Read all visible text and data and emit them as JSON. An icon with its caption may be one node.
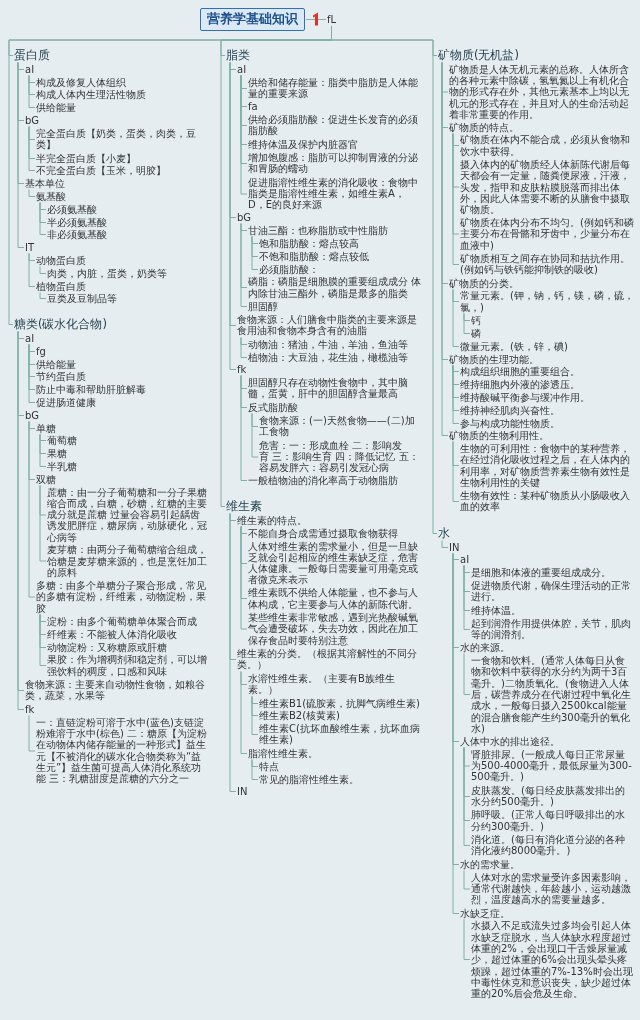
{
  "diagram": {
    "nodes": [
      {
        "text": [
          "营养学基础知识"
        ]
      },
      {
        "text": [
          "fL"
        ]
      },
      {
        "text": [
          "蛋白质"
        ]
      },
      {
        "text": [
          "aI"
        ]
      },
      {
        "text": [
          "构成及修复人体组织"
        ]
      },
      {
        "text": [
          "构成人体内生理活性物质"
        ]
      },
      {
        "text": [
          "供给能量"
        ]
      },
      {
        "text": [
          "bG"
        ]
      },
      {
        "text": [
          "完全蛋白质【奶类，蛋类，肉类，豆类】"
        ]
      },
      {
        "text": [
          "半完全蛋白质【小麦】"
        ]
      },
      {
        "text": [
          "不完全蛋白质【玉米，明胶】"
        ]
      },
      {
        "text": [
          "基本单位"
        ]
      },
      {
        "text": [
          "氨基酸"
        ]
      },
      {
        "text": [
          "必须氨基酸"
        ]
      },
      {
        "text": [
          "半必须氨基酸"
        ]
      },
      {
        "text": [
          "非必须氨基酸"
        ]
      },
      {
        "text": [
          "IT"
        ]
      },
      {
        "text": [
          "动物蛋白质"
        ]
      },
      {
        "text": [
          "肉类，内脏，蛋类，奶类等"
        ]
      },
      {
        "text": [
          "植物蛋白质"
        ]
      },
      {
        "text": [
          "豆类及豆制品等"
        ]
      },
      {
        "text": [
          "糖类(碳水化合物)"
        ]
      },
      {
        "text": [
          "aI"
        ]
      },
      {
        "text": [
          "fg"
        ]
      },
      {
        "text": [
          "供给能量"
        ]
      },
      {
        "text": [
          "节约蛋白质"
        ]
      },
      {
        "text": [
          "防止中毒和帮助肝脏解毒"
        ]
      },
      {
        "text": [
          "促进肠道健康"
        ]
      },
      {
        "text": [
          "bG"
        ]
      },
      {
        "text": [
          "单糖"
        ]
      },
      {
        "text": [
          "葡萄糖"
        ]
      },
      {
        "text": [
          "果糖"
        ]
      },
      {
        "text": [
          "半乳糖"
        ]
      },
      {
        "text": [
          "双糖"
        ]
      },
      {
        "text": [
          "蔗糖：由一分子葡萄糖和一分子果糖缩合而成，白糖，砂糖，红糖的主要成分就是蔗糖 过量会容易引起龋齿诱发肥胖症，糖尿病，动脉硬化，冠心病等"
        ]
      },
      {
        "text": [
          "麦芽糖：由两分子葡萄糖缩合组成，饴糖是麦芽糖来源的，也是烹饪加工的原料"
        ]
      },
      {
        "text": [
          "多糖：由多个单糖分子聚合形成，常见的多糖有淀粉，纤维素，动物淀粉，果胶"
        ]
      },
      {
        "text": [
          "淀粉：由多个葡萄糖单体聚合而成"
        ]
      },
      {
        "text": [
          "纤维素：不能被人体消化吸收"
        ]
      },
      {
        "text": [
          "动物淀粉：又称糖原或肝糖"
        ]
      },
      {
        "text": [
          "果胶：作为增稠剂和稳定剂，可以增强饮料的稠度，口感和风味"
        ]
      },
      {
        "text": [
          "食物来源：主要来自动物性食物，如粮谷类，蔬菜，水果等"
        ]
      },
      {
        "text": [
          "fk"
        ]
      },
      {
        "text": [
          "一：直链淀粉可溶于水中(蓝色)支链淀粉难溶于水中(棕色) 二：糖原【为淀粉在动物体内储存能量的一种形式】益生元【不被消化的碳水化合物类称为“益生元”】益生菌可提高人体消化系统功能 三：乳糖甜度是蔗糖的六分之一"
        ]
      },
      {
        "text": [
          "脂类"
        ]
      },
      {
        "text": [
          "aI"
        ]
      },
      {
        "text": [
          "供给和储存能量：脂类中脂肪是人体能量的重要来源"
        ]
      },
      {
        "text": [
          "fa"
        ]
      },
      {
        "text": [
          "供给必须脂肪酸：促进生长发育的必须脂肪酸"
        ]
      },
      {
        "text": [
          "维持体温及保护内脏器官"
        ]
      },
      {
        "text": [
          "增加饱腹感：脂肪可以抑制胃液的分泌和胃肠的蠕动"
        ]
      },
      {
        "text": [
          "促进脂溶性维生素的消化吸收：食物中脂类是脂溶性维生素，如维生素A，D，E的良好来源"
        ]
      },
      {
        "text": [
          "bG"
        ]
      },
      {
        "text": [
          "甘油三酯：也称脂肪或中性脂肪"
        ]
      },
      {
        "text": [
          "饱和脂肪酸：熔点较高"
        ]
      },
      {
        "text": [
          "不饱和脂肪酸：熔点较低"
        ]
      },
      {
        "text": [
          "必须脂肪酸："
        ]
      },
      {
        "text": [
          "磷脂：磷脂是细胞膜的重要组成成分 体内除甘油三酯外，磷脂是最多的脂类"
        ]
      },
      {
        "text": [
          "胆固醇"
        ]
      },
      {
        "text": [
          "食物来源：人们膳食中脂类的主要来源是食用油和食物本身含有的油脂"
        ]
      },
      {
        "text": [
          "动物油：猪油，牛油，羊油，鱼油等"
        ]
      },
      {
        "text": [
          "植物油：大豆油，花生油，橄榄油等"
        ]
      },
      {
        "text": [
          "fk"
        ]
      },
      {
        "text": [
          "胆固醇只存在动物性食物中，其中脑髓，蛋黄，肝中的胆固醇含量最高"
        ]
      },
      {
        "text": [
          "反式脂肪酸"
        ]
      },
      {
        "text": [
          "食物来源：(一)天然食物——(二)加工食物"
        ]
      },
      {
        "text": [
          "危害：一：形成血栓 二：影响发育 三：影响生育 四：降低记忆 五：容易发胖六：容易引发冠心病"
        ]
      },
      {
        "text": [
          "一般植物油的消化率高于动物脂肪"
        ]
      },
      {
        "text": [
          "维生素"
        ]
      },
      {
        "text": [
          "维生素的特点。"
        ]
      },
      {
        "text": [
          "不能自身合成需通过摄取食物获得"
        ]
      },
      {
        "text": [
          "人体对维生素的需求量小，但是一旦缺乏就会引起相应的维生素缺乏症，危害人体健康。一般每日需要量可用毫克或者微克来表示"
        ]
      },
      {
        "text": [
          "维生素既不供给人体能量，也不参与人体构成，它主要参与人体的新陈代谢。"
        ]
      },
      {
        "text": [
          "某些维生素非常敏感，遇到光热酸碱氧气会遭受破坏，失去功效，因此在加工保存食品时要特别注意"
        ]
      },
      {
        "text": [
          "维生素的分类。（根据其溶解性的不同分类。）"
        ]
      },
      {
        "text": [
          "水溶性维生素。（主要有B族维生素。）"
        ]
      },
      {
        "text": [
          "维生素B1(硫胺素，抗脚气病维生素)"
        ]
      },
      {
        "text": [
          "维生素B2(核黄素)"
        ]
      },
      {
        "text": [
          "维生素C(抗坏血酸维生素，抗坏血病维生素)"
        ]
      },
      {
        "text": [
          "脂溶性维生素。"
        ]
      },
      {
        "text": [
          "特点"
        ]
      },
      {
        "text": [
          "常见的脂溶性维生素。"
        ]
      },
      {
        "text": [
          "IN"
        ]
      },
      {
        "text": [
          "矿物质(无机盐)"
        ]
      },
      {
        "text": [
          "矿物质是人体无机元素的总称。人体所含的各种元素中除碳，氢氧氮以上有机化合物的形式存在外，其他元素基本上均以无机元的形式存在，并且对人的生命活动起着非常重要的作用。"
        ]
      },
      {
        "text": [
          "矿物质的特点。"
        ]
      },
      {
        "text": [
          "矿物质在体内不能合成，必须从食物和饮水中获得。"
        ]
      },
      {
        "text": [
          "摄入体内的矿物质经人体新陈代谢后每天都会有一定量，随粪便尿液，汗液，头发，指甲和皮肤粘膜脱落而排出体外，因此人体需要不断的从膳食中摄取矿物质。"
        ]
      },
      {
        "text": [
          "矿物质在体内分布不均匀。(例如钙和磷主要分布在骨骼和牙齿中，少量分布在血液中)"
        ]
      },
      {
        "text": [
          "矿物质相互之间存在协同和拮抗作用。(例如钙与铁钙能抑制铁的吸收)"
        ]
      },
      {
        "text": [
          "矿物质的分类。"
        ]
      },
      {
        "text": [
          "常量元素。(钾，钠，钙，镁，磷，硫，氯，)"
        ]
      },
      {
        "text": [
          "钙"
        ]
      },
      {
        "text": [
          "磷"
        ]
      },
      {
        "text": [
          "微量元素。(铁，锌，碘)"
        ]
      },
      {
        "text": [
          "矿物质的生理功能。"
        ]
      },
      {
        "text": [
          "构成组织细胞的重要组合。"
        ]
      },
      {
        "text": [
          "维持细胞内外液的渗透压。"
        ]
      },
      {
        "text": [
          "维持酸碱平衡参与缓冲作用。"
        ]
      },
      {
        "text": [
          "维持神经肌肉兴奋性。"
        ]
      },
      {
        "text": [
          "参与构成功能性物质。"
        ]
      },
      {
        "text": [
          "矿物质的生物利用性。"
        ]
      },
      {
        "text": [
          "生物的可利用性：食物中的某种营养，在经过消化吸收过程之后，在人体内的利用率，对矿物质营养素生物有效性是生物利用性的关键"
        ]
      },
      {
        "text": [
          "生物有效性：某种矿物质从小肠吸收入血的效率"
        ]
      },
      {
        "text": [
          "水"
        ]
      },
      {
        "text": [
          "IN"
        ]
      },
      {
        "text": [
          "aI"
        ]
      },
      {
        "text": [
          "是细胞和体液的重要组成成分。"
        ]
      },
      {
        "text": [
          "促进物质代谢，确保生理活动的正常进行。"
        ]
      },
      {
        "text": [
          "维持体温。"
        ]
      },
      {
        "text": [
          "起到润滑作用提供体腔，关节，肌肉等的润滑剂。"
        ]
      },
      {
        "text": [
          "水的来源。"
        ]
      },
      {
        "text": [
          "一食物和饮料。(通常人体每日从食物和饮料中获得的水分约为两千3百毫升。)二物质氧化。(食物进入人体后，碳营养成分在代谢过程中氧化生成水，一般每日摄入2500kcal能量的混合膳食能产生约300毫升的氧化水)"
        ]
      },
      {
        "text": [
          "人体中水的排出途径。"
        ]
      },
      {
        "text": [
          "肾脏排尿。(一般成人每日正常尿量为500-4000毫升，最低尿量为300-500毫升。)"
        ]
      },
      {
        "text": [
          "皮肤蒸发。(每日经皮肤蒸发排出的水分约500毫升。)"
        ]
      },
      {
        "text": [
          "肺呼吸。(正常人每日呼吸排出的水分约300毫升。)"
        ]
      },
      {
        "text": [
          "消化道。(每日有消化道分泌的各种消化液约8000毫升。)"
        ]
      },
      {
        "text": [
          "水的需求量。"
        ]
      },
      {
        "text": [
          "人体对水的需求量受许多因素影响，通常代谢越快，年龄越小，运动越激烈，温度越高水的需要量越多。"
        ]
      },
      {
        "text": [
          "水缺乏症。"
        ]
      },
      {
        "text": [
          "水摄入不足或流失过多均会引起人体水缺乏症脱水，当人体缺水程度超过体重的2%，会出现口干舌燥尿量减少，超过体重的6%会出现头晕头疼烦躁，超过体重的7%-13%时会出现中毒性休克和意识丧失，缺少超过体重的20%后会危及生命。"
        ]
      }
    ],
    "edges": [
      {
        "from": 0,
        "to": 1,
        "arrow": "none"
      },
      {
        "from": 1,
        "to": 2,
        "arrow": "none"
      },
      {
        "from": 1,
        "to": 21,
        "arrow": "none"
      },
      {
        "from": 1,
        "to": 44,
        "arrow": "none"
      },
      {
        "from": 1,
        "to": 68,
        "arrow": "none"
      },
      {
        "from": 1,
        "to": 83,
        "arrow": "none"
      },
      {
        "from": 1,
        "to": 104,
        "arrow": "none"
      },
      {
        "from": 2,
        "to": 3,
        "arrow": "none"
      },
      {
        "from": 2,
        "to": 7,
        "arrow": "none"
      },
      {
        "from": 2,
        "to": 11,
        "arrow": "none"
      },
      {
        "from": 2,
        "to": 16,
        "arrow": "none"
      },
      {
        "from": 3,
        "to": 4,
        "arrow": "none"
      },
      {
        "from": 3,
        "to": 5,
        "arrow": "none"
      },
      {
        "from": 3,
        "to": 6,
        "arrow": "none"
      },
      {
        "from": 7,
        "to": 8,
        "arrow": "none"
      },
      {
        "from": 7,
        "to": 9,
        "arrow": "none"
      },
      {
        "from": 7,
        "to": 10,
        "arrow": "none"
      },
      {
        "from": 11,
        "to": 12,
        "arrow": "none"
      },
      {
        "from": 12,
        "to": 13,
        "arrow": "none"
      },
      {
        "from": 12,
        "to": 14,
        "arrow": "none"
      },
      {
        "from": 12,
        "to": 15,
        "arrow": "none"
      },
      {
        "from": 16,
        "to": 17,
        "arrow": "none"
      },
      {
        "from": 16,
        "to": 19,
        "arrow": "none"
      },
      {
        "from": 17,
        "to": 18,
        "arrow": "none"
      },
      {
        "from": 19,
        "to": 20,
        "arrow": "none"
      },
      {
        "from": 21,
        "to": 22,
        "arrow": "none"
      },
      {
        "from": 21,
        "to": 28,
        "arrow": "none"
      },
      {
        "from": 21,
        "to": 41,
        "arrow": "none"
      },
      {
        "from": 21,
        "to": 42,
        "arrow": "none"
      },
      {
        "from": 22,
        "to": 23,
        "arrow": "none"
      },
      {
        "from": 22,
        "to": 24,
        "arrow": "none"
      },
      {
        "from": 22,
        "to": 25,
        "arrow": "none"
      },
      {
        "from": 22,
        "to": 26,
        "arrow": "none"
      },
      {
        "from": 22,
        "to": 27,
        "arrow": "none"
      },
      {
        "from": 28,
        "to": 29,
        "arrow": "none"
      },
      {
        "from": 28,
        "to": 33,
        "arrow": "none"
      },
      {
        "from": 28,
        "to": 36,
        "arrow": "none"
      },
      {
        "from": 29,
        "to": 30,
        "arrow": "none"
      },
      {
        "from": 29,
        "to": 31,
        "arrow": "none"
      },
      {
        "from": 29,
        "to": 32,
        "arrow": "none"
      },
      {
        "from": 33,
        "to": 34,
        "arrow": "none"
      },
      {
        "from": 33,
        "to": 35,
        "arrow": "none"
      },
      {
        "from": 36,
        "to": 37,
        "arrow": "none"
      },
      {
        "from": 36,
        "to": 38,
        "arrow": "none"
      },
      {
        "from": 36,
        "to": 39,
        "arrow": "none"
      },
      {
        "from": 36,
        "to": 40,
        "arrow": "none"
      },
      {
        "from": 42,
        "to": 43,
        "arrow": "none"
      },
      {
        "from": 44,
        "to": 45,
        "arrow": "none"
      },
      {
        "from": 44,
        "to": 52,
        "arrow": "none"
      },
      {
        "from": 44,
        "to": 59,
        "arrow": "none"
      },
      {
        "from": 44,
        "to": 62,
        "arrow": "none"
      },
      {
        "from": 45,
        "to": 46,
        "arrow": "none"
      },
      {
        "from": 45,
        "to": 47,
        "arrow": "none"
      },
      {
        "from": 45,
        "to": 48,
        "arrow": "none"
      },
      {
        "from": 45,
        "to": 49,
        "arrow": "none"
      },
      {
        "from": 45,
        "to": 50,
        "arrow": "none"
      },
      {
        "from": 45,
        "to": 51,
        "arrow": "none"
      },
      {
        "from": 52,
        "to": 53,
        "arrow": "none"
      },
      {
        "from": 52,
        "to": 57,
        "arrow": "none"
      },
      {
        "from": 52,
        "to": 58,
        "arrow": "none"
      },
      {
        "from": 53,
        "to": 54,
        "arrow": "none"
      },
      {
        "from": 53,
        "to": 55,
        "arrow": "none"
      },
      {
        "from": 53,
        "to": 56,
        "arrow": "none"
      },
      {
        "from": 59,
        "to": 60,
        "arrow": "none"
      },
      {
        "from": 59,
        "to": 61,
        "arrow": "none"
      },
      {
        "from": 62,
        "to": 63,
        "arrow": "none"
      },
      {
        "from": 62,
        "to": 64,
        "arrow": "none"
      },
      {
        "from": 62,
        "to": 67,
        "arrow": "none"
      },
      {
        "from": 64,
        "to": 65,
        "arrow": "none"
      },
      {
        "from": 64,
        "to": 66,
        "arrow": "none"
      },
      {
        "from": 68,
        "to": 69,
        "arrow": "none"
      },
      {
        "from": 68,
        "to": 74,
        "arrow": "none"
      },
      {
        "from": 68,
        "to": 82,
        "arrow": "none"
      },
      {
        "from": 69,
        "to": 70,
        "arrow": "none"
      },
      {
        "from": 69,
        "to": 71,
        "arrow": "none"
      },
      {
        "from": 69,
        "to": 72,
        "arrow": "none"
      },
      {
        "from": 69,
        "to": 73,
        "arrow": "none"
      },
      {
        "from": 74,
        "to": 75,
        "arrow": "none"
      },
      {
        "from": 74,
        "to": 79,
        "arrow": "none"
      },
      {
        "from": 75,
        "to": 76,
        "arrow": "none"
      },
      {
        "from": 75,
        "to": 77,
        "arrow": "none"
      },
      {
        "from": 75,
        "to": 78,
        "arrow": "none"
      },
      {
        "from": 79,
        "to": 80,
        "arrow": "none"
      },
      {
        "from": 79,
        "to": 81,
        "arrow": "none"
      },
      {
        "from": 83,
        "to": 84,
        "arrow": "none"
      },
      {
        "from": 83,
        "to": 85,
        "arrow": "none"
      },
      {
        "from": 83,
        "to": 90,
        "arrow": "none"
      },
      {
        "from": 83,
        "to": 95,
        "arrow": "none"
      },
      {
        "from": 83,
        "to": 101,
        "arrow": "none"
      },
      {
        "from": 85,
        "to": 86,
        "arrow": "none"
      },
      {
        "from": 85,
        "to": 87,
        "arrow": "none"
      },
      {
        "from": 85,
        "to": 88,
        "arrow": "none"
      },
      {
        "from": 85,
        "to": 89,
        "arrow": "none"
      },
      {
        "from": 90,
        "to": 91,
        "arrow": "none"
      },
      {
        "from": 90,
        "to": 94,
        "arrow": "none"
      },
      {
        "from": 91,
        "to": 92,
        "arrow": "none"
      },
      {
        "from": 91,
        "to": 93,
        "arrow": "none"
      },
      {
        "from": 95,
        "to": 96,
        "arrow": "none"
      },
      {
        "from": 95,
        "to": 97,
        "arrow": "none"
      },
      {
        "from": 95,
        "to": 98,
        "arrow": "none"
      },
      {
        "from": 95,
        "to": 99,
        "arrow": "none"
      },
      {
        "from": 95,
        "to": 100,
        "arrow": "none"
      },
      {
        "from": 101,
        "to": 102,
        "arrow": "none"
      },
      {
        "from": 101,
        "to": 103,
        "arrow": "none"
      },
      {
        "from": 104,
        "to": 105,
        "arrow": "none"
      },
      {
        "from": 105,
        "to": 106,
        "arrow": "none"
      },
      {
        "from": 105,
        "to": 111,
        "arrow": "none"
      },
      {
        "from": 105,
        "to": 113,
        "arrow": "none"
      },
      {
        "from": 105,
        "to": 118,
        "arrow": "none"
      },
      {
        "from": 105,
        "to": 120,
        "arrow": "none"
      },
      {
        "from": 106,
        "to": 107,
        "arrow": "none"
      },
      {
        "from": 106,
        "to": 108,
        "arrow": "none"
      },
      {
        "from": 106,
        "to": 109,
        "arrow": "none"
      },
      {
        "from": 106,
        "to": 110,
        "arrow": "none"
      },
      {
        "from": 111,
        "to": 112,
        "arrow": "none"
      },
      {
        "from": 113,
        "to": 114,
        "arrow": "none"
      },
      {
        "from": 113,
        "to": 115,
        "arrow": "none"
      },
      {
        "from": 113,
        "to": 116,
        "arrow": "none"
      },
      {
        "from": 113,
        "to": 117,
        "arrow": "none"
      },
      {
        "from": 118,
        "to": 119,
        "arrow": "none"
      },
      {
        "from": 120,
        "to": 121,
        "arrow": "none"
      }
    ]
  }
}
